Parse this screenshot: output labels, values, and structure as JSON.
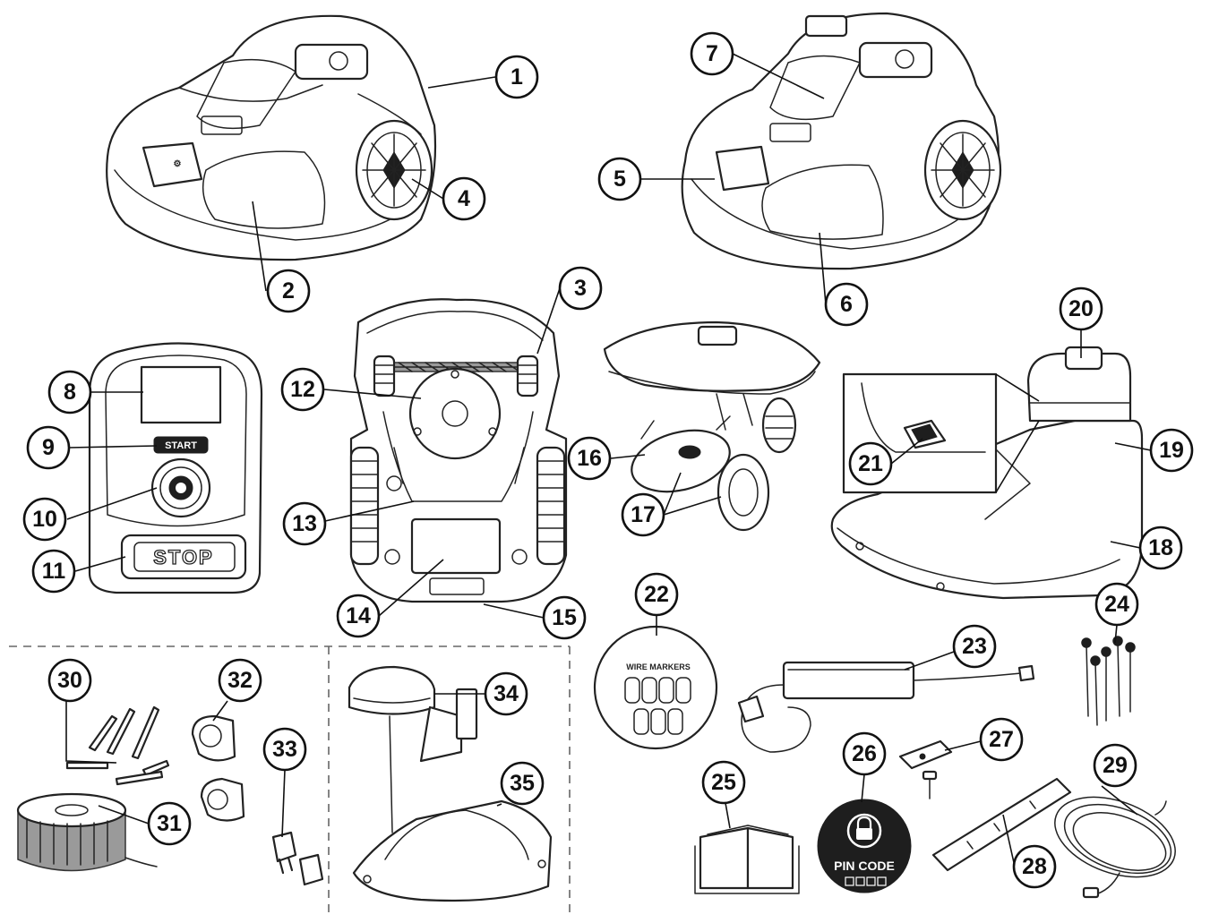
{
  "labels": {
    "start_button": "START",
    "stop_button": "STOP",
    "wire_markers_title": "WIRE MARKERS",
    "pin_code": "PIN CODE"
  },
  "callouts": [
    "1",
    "2",
    "3",
    "4",
    "5",
    "6",
    "7",
    "8",
    "9",
    "10",
    "11",
    "12",
    "13",
    "14",
    "15",
    "16",
    "17",
    "18",
    "19",
    "20",
    "21",
    "22",
    "23",
    "24",
    "25",
    "26",
    "27",
    "28",
    "29",
    "30",
    "31",
    "32",
    "33",
    "34",
    "35"
  ],
  "colors": {
    "line": "#222222",
    "background": "#ffffff",
    "pin_badge": "#1e1e1e"
  }
}
